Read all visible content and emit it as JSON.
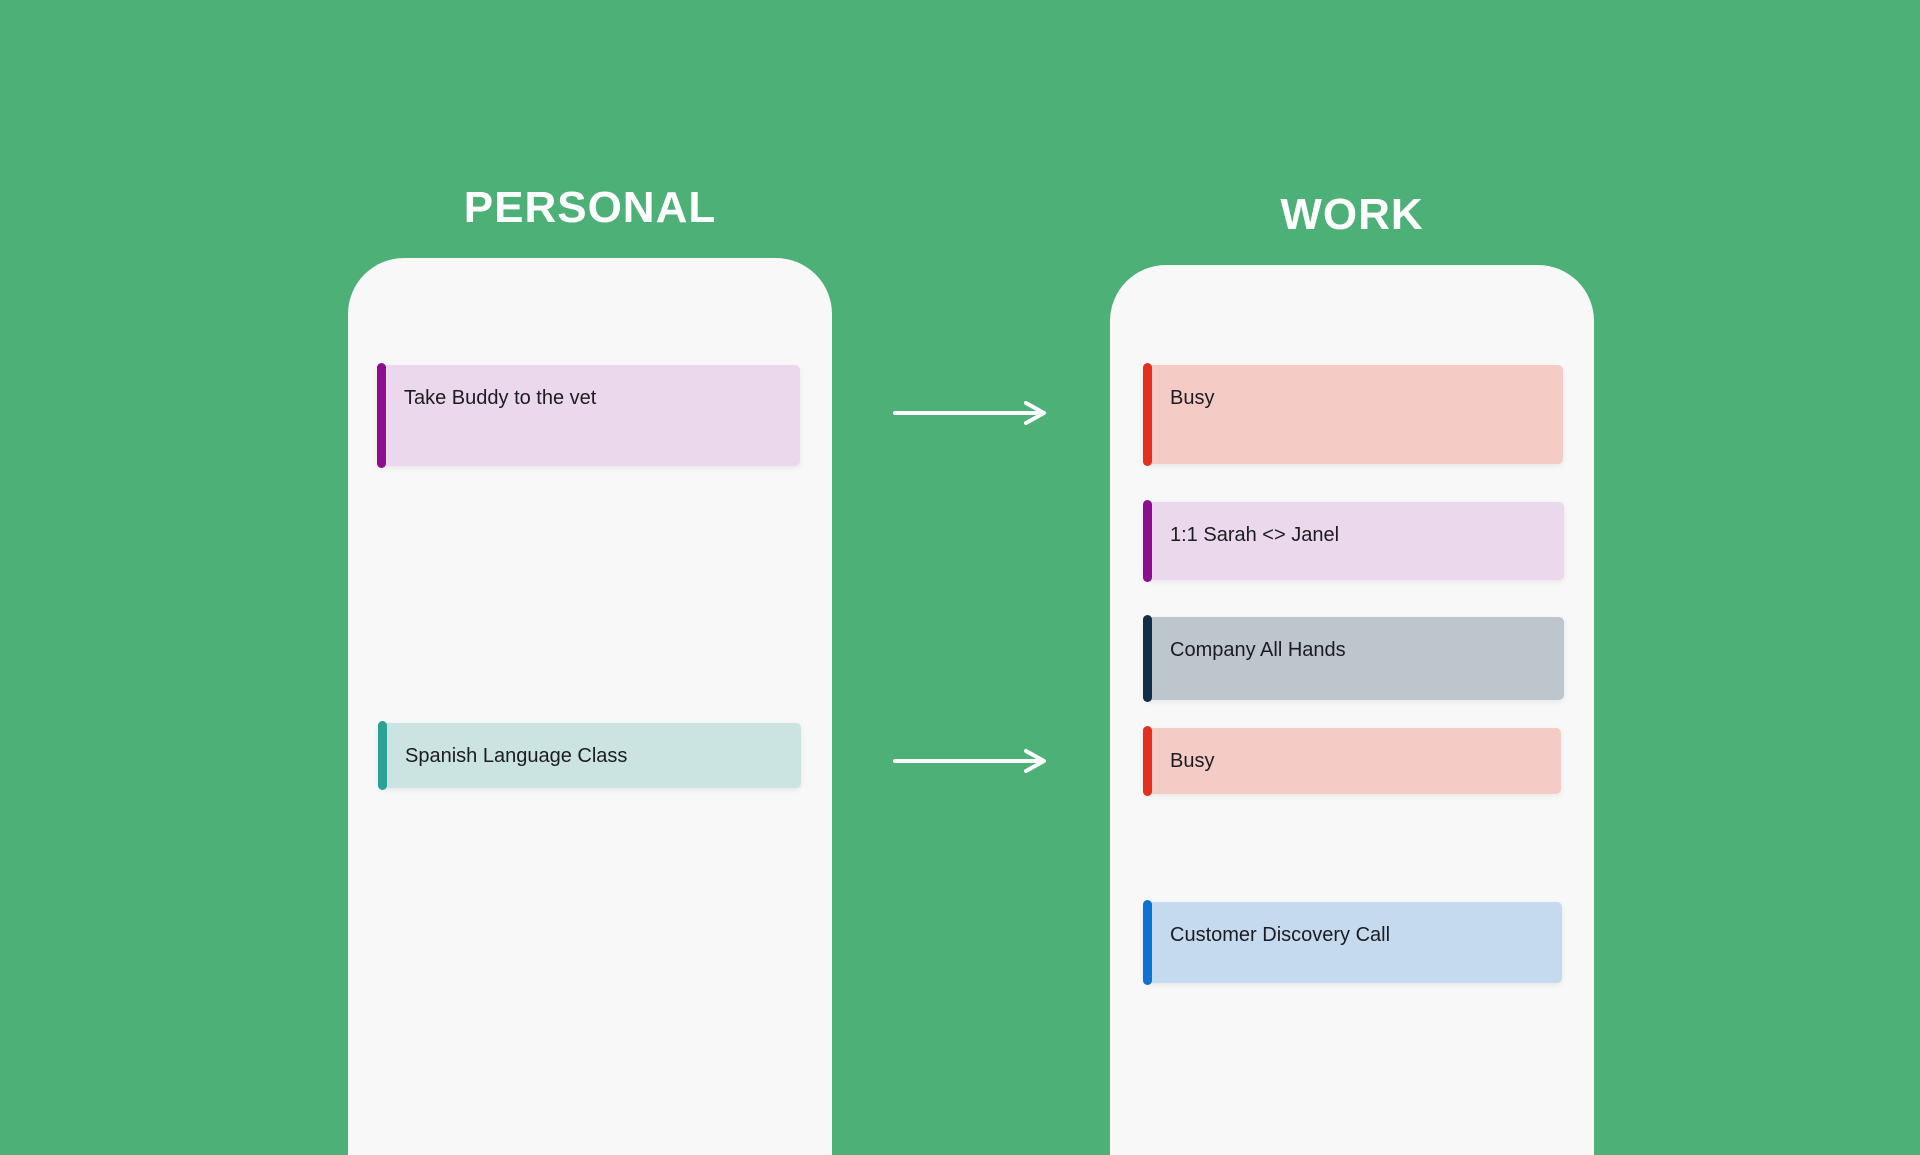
{
  "colors": {
    "background": "#4DB077",
    "panel": "#F8F8F8",
    "title": "#FFFFFF",
    "text": "#1C1C20",
    "arrow": "#FFFFFF"
  },
  "personal": {
    "title": "PERSONAL",
    "events": [
      {
        "label": "Take Buddy to the vet",
        "bg": "#EBD8ED",
        "bar": "#8C0E8E"
      },
      {
        "label": "Spanish Language Class",
        "bg": "#CBE4E1",
        "bar": "#2AA295"
      }
    ]
  },
  "work": {
    "title": "WORK",
    "events": [
      {
        "label": "Busy",
        "bg": "#F5CBC6",
        "bar": "#E3301F"
      },
      {
        "label": "1:1 Sarah <> Janel",
        "bg": "#EBD8ED",
        "bar": "#8C0E8E"
      },
      {
        "label": "Company All Hands",
        "bg": "#BDC6CD",
        "bar": "#112E46"
      },
      {
        "label": "Busy",
        "bg": "#F5CBC6",
        "bar": "#E3301F"
      },
      {
        "label": "Customer Discovery Call",
        "bg": "#C5DAEE",
        "bar": "#0C73D4"
      }
    ]
  }
}
